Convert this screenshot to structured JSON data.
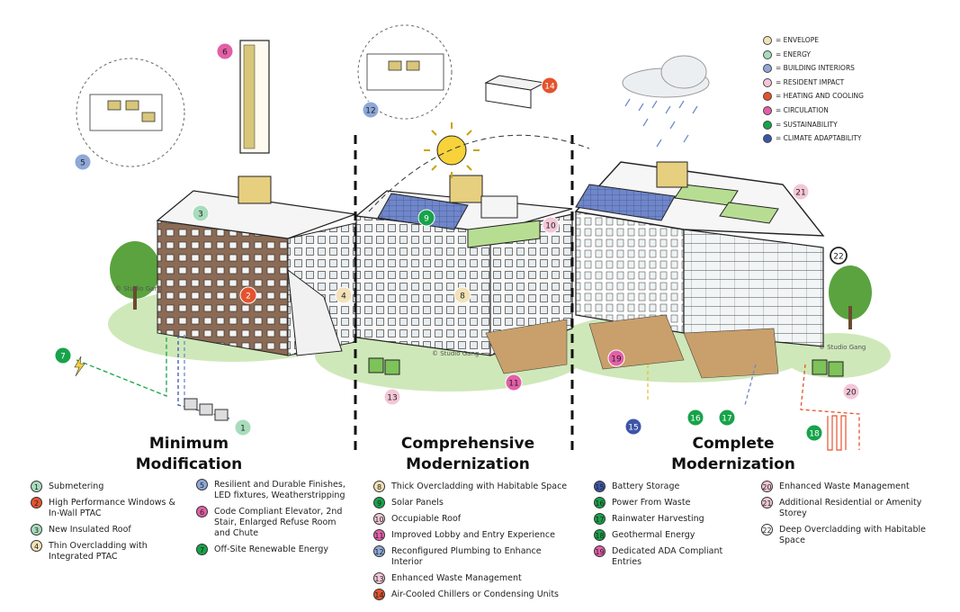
{
  "colors": {
    "envelope": "#f3e2b8",
    "energy": "#a8dcbd",
    "building_interiors": "#8fa8d8",
    "resident_impact": "#f4c7d8",
    "heating_cooling": "#e4532e",
    "circulation": "#e35fa7",
    "sustainability": "#17a34a",
    "climate_adaptability": "#3d55a8"
  },
  "key": [
    {
      "label": "= ENVELOPE",
      "color": "#f3e2b8"
    },
    {
      "label": "= ENERGY",
      "color": "#a8dcbd"
    },
    {
      "label": "= BUILDING INTERIORS",
      "color": "#8fa8d8"
    },
    {
      "label": "= RESIDENT IMPACT",
      "color": "#f4c7d8"
    },
    {
      "label": "= HEATING AND COOLING",
      "color": "#e4532e"
    },
    {
      "label": "= CIRCULATION",
      "color": "#e35fa7"
    },
    {
      "label": "= SUSTAINABILITY",
      "color": "#17a34a"
    },
    {
      "label": "= CLIMATE ADAPTABILITY",
      "color": "#3d55a8"
    }
  ],
  "watermark": "© Studio Gang",
  "sections": [
    {
      "title_line1": "Minimum",
      "title_line2": "Modification"
    },
    {
      "title_line1": "Comprehensive",
      "title_line2": "Modernization"
    },
    {
      "title_line1": "Complete",
      "title_line2": "Modernization"
    }
  ],
  "legend_columns": [
    [
      {
        "num": "1",
        "text": "Submetering",
        "color": "#a8dcbd"
      },
      {
        "num": "2",
        "text": "High Performance Windows & In-Wall PTAC",
        "color": "#e4532e"
      },
      {
        "num": "3",
        "text": "New Insulated Roof",
        "color": "#a8dcbd"
      },
      {
        "num": "4",
        "text": "Thin Overcladding with Integrated PTAC",
        "color": "#f3e2b8"
      }
    ],
    [
      {
        "num": "5",
        "text": "Resilient and Durable Finishes, LED fixtures, Weatherstripping",
        "color": "#8fa8d8"
      },
      {
        "num": "6",
        "text": "Code Compliant Elevator, 2nd Stair, Enlarged Refuse Room and Chute",
        "color": "#e35fa7"
      },
      {
        "num": "7",
        "text": "Off-Site Renewable Energy",
        "color": "#17a34a"
      }
    ],
    [
      {
        "num": "8",
        "text": "Thick Overcladding with Habitable Space",
        "color": "#f3e2b8"
      },
      {
        "num": "9",
        "text": "Solar Panels",
        "color": "#17a34a"
      },
      {
        "num": "10",
        "text": "Occupiable Roof",
        "color": "#f4c7d8"
      },
      {
        "num": "11",
        "text": "Improved Lobby and Entry Experience",
        "color": "#e35fa7"
      },
      {
        "num": "12",
        "text": "Reconfigured Plumbing to Enhance Interior",
        "color": "#8fa8d8"
      },
      {
        "num": "13",
        "text": "Enhanced Waste Management",
        "color": "#f4c7d8"
      },
      {
        "num": "14",
        "text": "Air-Cooled Chillers or Condensing Units",
        "color": "#e4532e"
      }
    ],
    [
      {
        "num": "15",
        "text": "Battery Storage",
        "color": "#3d55a8"
      },
      {
        "num": "16",
        "text": "Power From Waste",
        "color": "#17a34a"
      },
      {
        "num": "17",
        "text": "Rainwater Harvesting",
        "color": "#17a34a"
      },
      {
        "num": "18",
        "text": "Geothermal Energy",
        "color": "#17a34a"
      },
      {
        "num": "19",
        "text": "Dedicated ADA Compliant Entries",
        "color": "#e35fa7"
      }
    ],
    [
      {
        "num": "20",
        "text": "Enhanced Waste Management",
        "color": "#f4c7d8"
      },
      {
        "num": "21",
        "text": "Additional Residential or Amenity Storey",
        "color": "#f4c7d8"
      },
      {
        "num": "22",
        "text": "Deep Overcladding with Habitable Space",
        "color": "#ffffff"
      }
    ]
  ],
  "markers": [
    {
      "num": "1",
      "color": "#a8dcbd"
    },
    {
      "num": "2",
      "color": "#e4532e"
    },
    {
      "num": "3",
      "color": "#a8dcbd"
    },
    {
      "num": "4",
      "color": "#f3e2b8"
    },
    {
      "num": "5",
      "color": "#8fa8d8"
    },
    {
      "num": "6",
      "color": "#e35fa7"
    },
    {
      "num": "7",
      "color": "#17a34a"
    },
    {
      "num": "8",
      "color": "#f3e2b8"
    },
    {
      "num": "9",
      "color": "#17a34a"
    },
    {
      "num": "10",
      "color": "#f4c7d8"
    },
    {
      "num": "11",
      "color": "#e35fa7"
    },
    {
      "num": "12",
      "color": "#8fa8d8"
    },
    {
      "num": "13",
      "color": "#f4c7d8"
    },
    {
      "num": "14",
      "color": "#e4532e"
    },
    {
      "num": "15",
      "color": "#3d55a8"
    },
    {
      "num": "16",
      "color": "#17a34a"
    },
    {
      "num": "17",
      "color": "#17a34a"
    },
    {
      "num": "18",
      "color": "#17a34a"
    },
    {
      "num": "19",
      "color": "#e35fa7"
    },
    {
      "num": "20",
      "color": "#f4c7d8"
    },
    {
      "num": "21",
      "color": "#f4c7d8"
    },
    {
      "num": "22",
      "color": "#ffffff"
    }
  ]
}
